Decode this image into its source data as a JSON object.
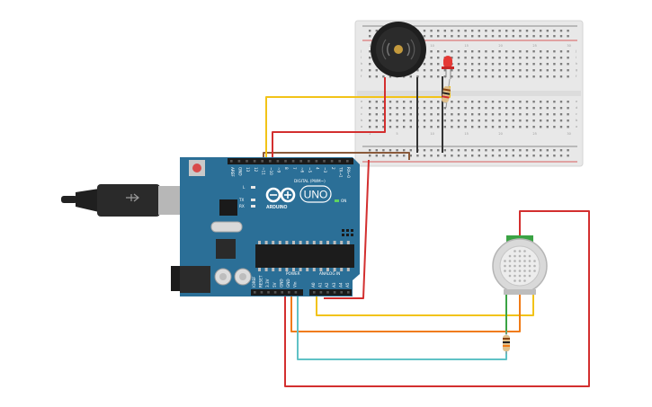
{
  "board": {
    "brand": "ARDUINO",
    "model": "UNO",
    "on_label": "ON",
    "digital_label": "DIGITAL (PWM~)",
    "power_label": "POWER",
    "analog_label": "ANALOG IN",
    "tx_label": "TX",
    "rx_label": "RX",
    "l_label": "L",
    "digital_pins": [
      "AREF",
      "GND",
      "13",
      "12",
      "~11",
      "~10",
      "~9",
      "8",
      "7",
      "~6",
      "~5",
      "4",
      "~3",
      "2",
      "TX→1",
      "RX←0"
    ],
    "power_pins": [
      "IOREF",
      "RESET",
      "3.3V",
      "5V",
      "GND",
      "GND",
      "Vin"
    ],
    "analog_pins": [
      "A0",
      "A1",
      "A2",
      "A3",
      "A4",
      "A5"
    ]
  },
  "breadboard": {
    "row_letters_top": [
      "j",
      "i",
      "h",
      "g",
      "f"
    ],
    "row_letters_bottom": [
      "e",
      "d",
      "c",
      "b",
      "a"
    ],
    "column_numbers": [
      "1",
      "5",
      "10",
      "15",
      "20",
      "25",
      "30"
    ]
  },
  "colors": {
    "board": "#2b6f97",
    "wire_red": "#d32f2f",
    "wire_yellow": "#f2c318",
    "wire_orange": "#f07b16",
    "wire_cyan": "#5fc2c6",
    "wire_black": "#333333",
    "wire_brown": "#8a5a3b",
    "wire_green": "#3aa344"
  }
}
